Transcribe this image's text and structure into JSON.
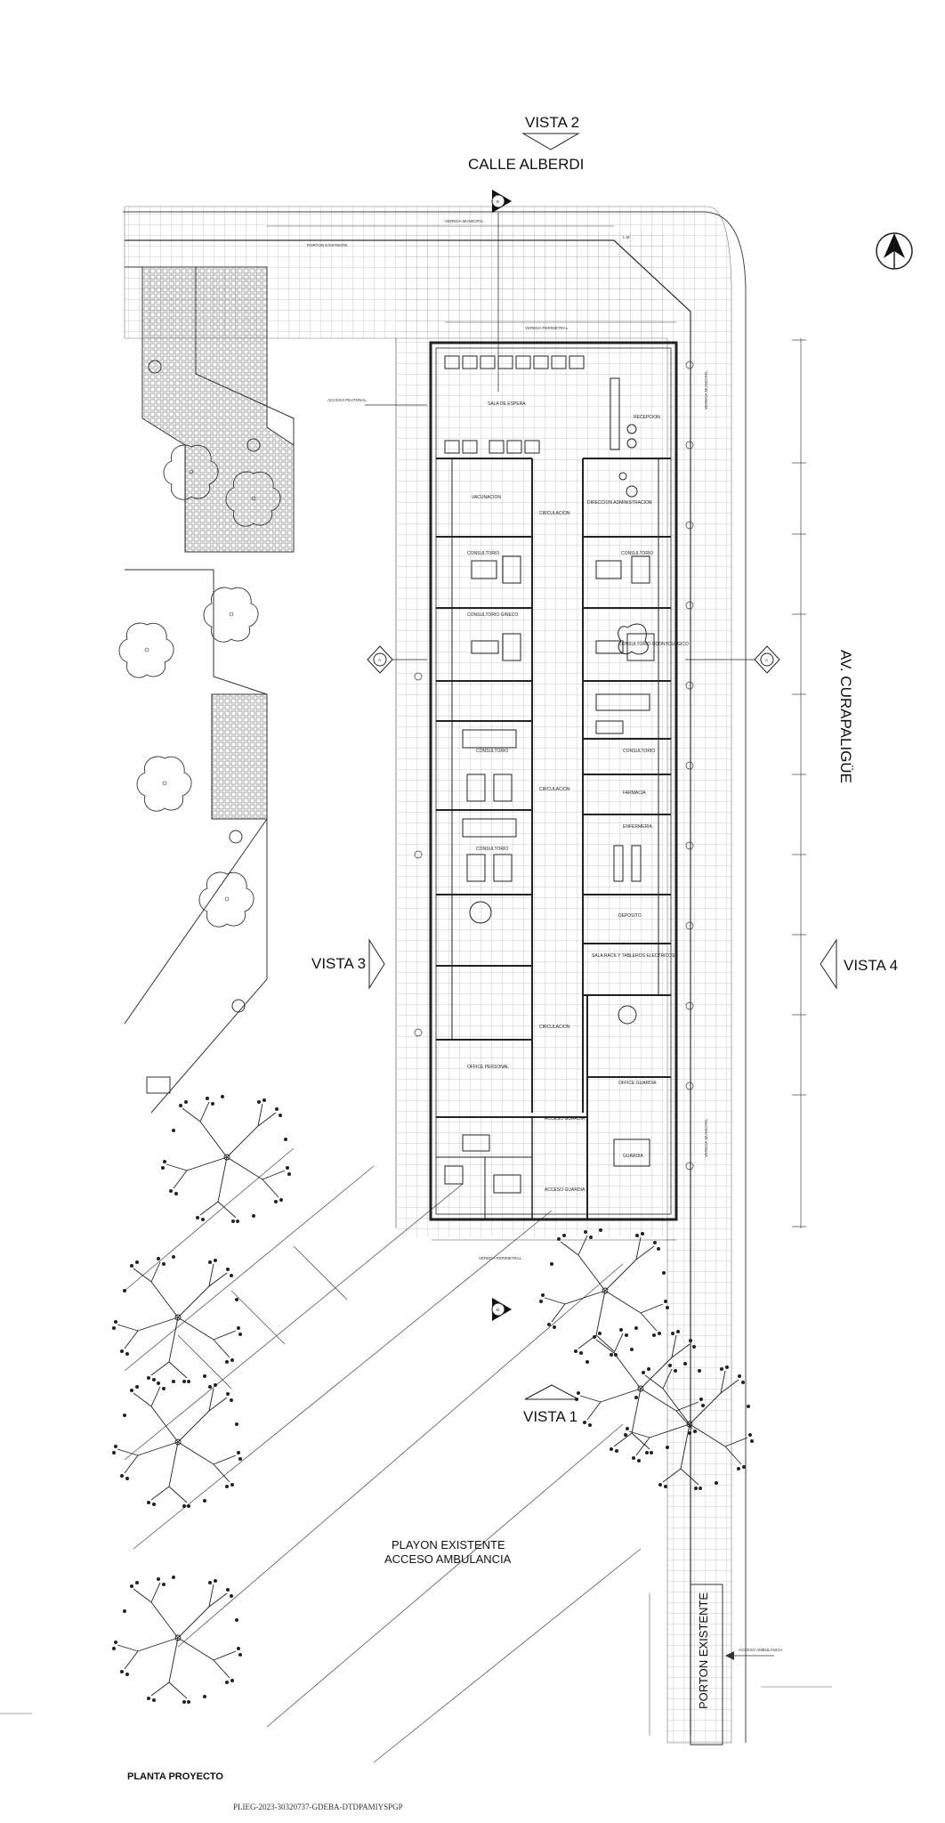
{
  "views": {
    "vista_1": "VISTA 1",
    "vista_2": "VISTA 2",
    "vista_3": "VISTA 3",
    "vista_4": "VISTA 4"
  },
  "streets": {
    "top": "CALLE ALBERDI",
    "right": "AV. CURAPALIGÜE"
  },
  "section_markers": {
    "a": "A",
    "b": "B"
  },
  "site": {
    "playon_line1": "PLAYON EXISTENTE",
    "playon_line2": "ACCESO AMBULANCIA",
    "porton_bottom": "PORTON EXISTENTE",
    "porton_top": "PORTON EXISTENTE",
    "acceso_ambulancia": "ACCESO AMBULANCIA",
    "acceso_peatonal": "ACCESO PEATONAL",
    "vereda_municipal": "VEREDA MUNICIPAL",
    "vereda_perimetral": "VEREDA PERIMETRAL",
    "lm": "L.M"
  },
  "rooms": {
    "sala_espera": "SALA DE ESPERA",
    "recepcion": "RECEPCION",
    "direccion": "DIRECCION ADMINISTRACION",
    "vacunacion": "VACUNACION",
    "circulacion": "CIRCULACION",
    "consultorio": "CONSULTORIO",
    "consultorio_gineco": "CONSULTORIO GINECO",
    "consultorio_odonto": "CONSULTORIO ODONTOLOGICO",
    "farmacia": "FARMACIA",
    "enfermeria": "ENFERMERIA",
    "deposito": "DEPOSITO",
    "sala_rack": "SALA RACK Y TABLEROS ELECTRICOS",
    "office_personal": "OFFICE PERSONAL",
    "office_guardia": "OFFICE GUARDIA",
    "guardia": "GUARDIA",
    "acceso_guardia": "ACCESO GUARDIA"
  },
  "footer": {
    "plan_title": "PLANTA PROYECTO",
    "document_code": "PLIEG-2023-30320737-GDEBA-DTDPAMIYSPGP"
  }
}
